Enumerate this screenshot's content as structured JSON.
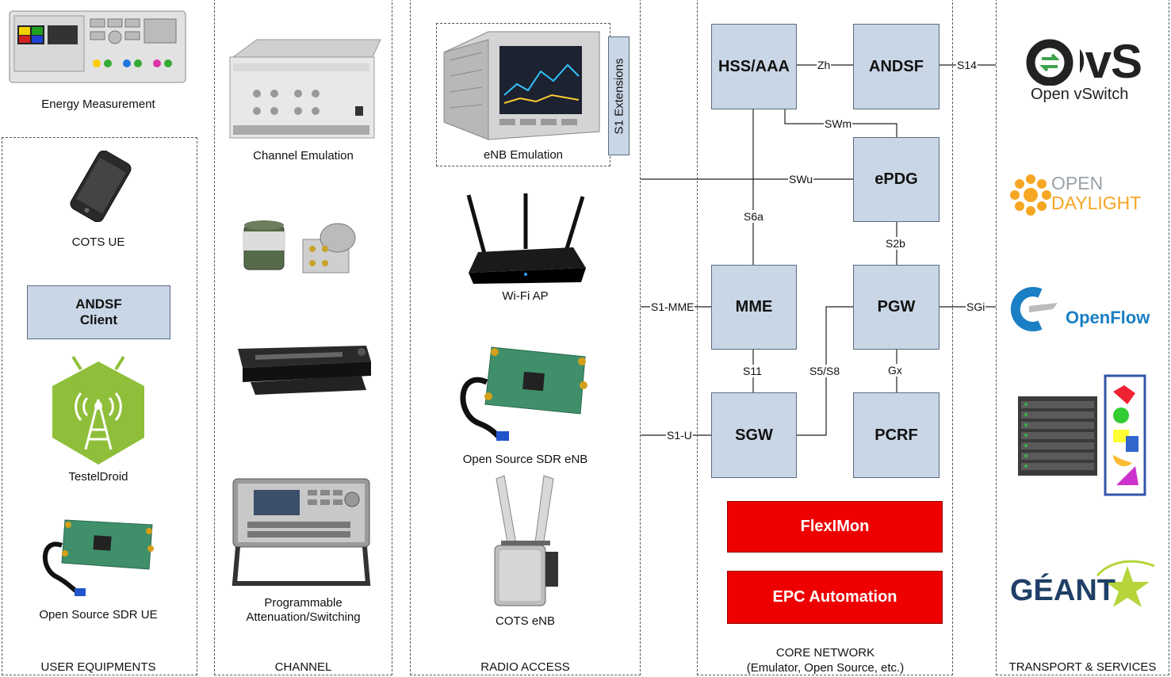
{
  "user_equipments": {
    "energy_label": "Energy Measurement",
    "cots_ue_label": "COTS UE",
    "andsf_client_label": "ANDSF\nClient",
    "testeldroid_label": "TestelDroid",
    "sdr_ue_label": "Open Source SDR UE",
    "title": "USER EQUIPMENTS"
  },
  "channel": {
    "channel_emulation_label": "Channel Emulation",
    "programmable_label": "Programmable\nAttenuation/Switching",
    "title": "CHANNEL"
  },
  "radio_access": {
    "enb_emulation_label": "eNB Emulation",
    "s1_extensions_label": "S1 Extensions",
    "wifi_ap_label": "Wi-Fi AP",
    "sdr_enb_label": "Open Source SDR eNB",
    "cots_enb_label": "COTS eNB",
    "title": "RADIO ACCESS"
  },
  "core": {
    "hss": "HSS/AAA",
    "andsf": "ANDSF",
    "epdg": "ePDG",
    "mme": "MME",
    "pgw": "PGW",
    "sgw": "SGW",
    "pcrf": "PCRF",
    "fleximon": "FlexIMon",
    "epc_automation": "EPC Automation",
    "title": "CORE NETWORK\n(Emulator, Open Source, etc.)",
    "colors": {
      "node_fill": "#c9d6e6",
      "highlight": "#ee0000"
    }
  },
  "interfaces": {
    "zh": "Zh",
    "s14": "S14",
    "swm": "SWm",
    "swu": "SWu",
    "s6a": "S6a",
    "s2b": "S2b",
    "s1_mme": "S1-MME",
    "sgi": "SGi",
    "s11": "S11",
    "s5_s8": "S5/S8",
    "gx": "Gx",
    "s1_u": "S1-U"
  },
  "transport": {
    "ovs_big": "OvS",
    "ovs_sub": "Open vSwitch",
    "odl_line1": "OPEN",
    "odl_line2": "DAYLIGHT",
    "openflow": "OpenFlow",
    "geant": "GÉANT",
    "title": "TRANSPORT & SERVICES"
  }
}
